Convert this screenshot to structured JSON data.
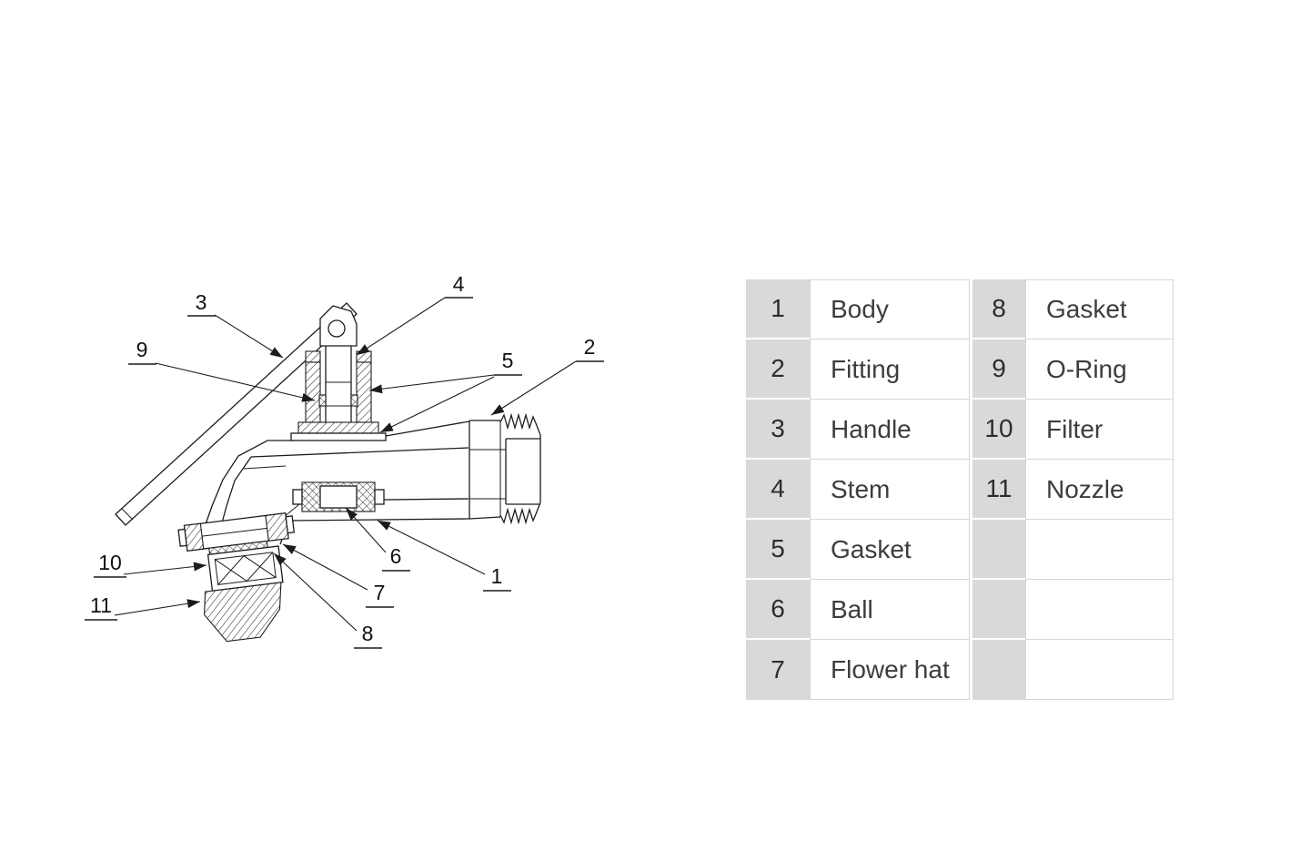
{
  "diagram": {
    "callouts": [
      "3",
      "9",
      "4",
      "5",
      "2",
      "10",
      "11",
      "6",
      "1",
      "7",
      "8"
    ]
  },
  "table": {
    "left": [
      {
        "num": "1",
        "label": "Body"
      },
      {
        "num": "2",
        "label": "Fitting"
      },
      {
        "num": "3",
        "label": "Handle"
      },
      {
        "num": "4",
        "label": "Stem"
      },
      {
        "num": "5",
        "label": "Gasket"
      },
      {
        "num": "6",
        "label": "Ball"
      },
      {
        "num": "7",
        "label": "Flower hat"
      }
    ],
    "right": [
      {
        "num": "8",
        "label": "Gasket"
      },
      {
        "num": "9",
        "label": "O-Ring"
      },
      {
        "num": "10",
        "label": "Filter"
      },
      {
        "num": "11",
        "label": "Nozzle"
      },
      {
        "num": "",
        "label": ""
      },
      {
        "num": "",
        "label": ""
      },
      {
        "num": "",
        "label": ""
      }
    ]
  },
  "colors": {
    "table_number_bg": "#d9d9d9",
    "table_border": "#d6d6d6",
    "line": "#1c1c1c"
  }
}
